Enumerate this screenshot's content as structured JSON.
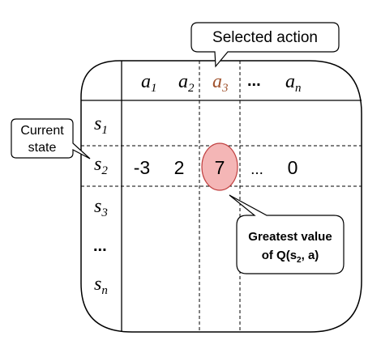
{
  "callouts": {
    "selected_action": "Selected action",
    "current_state_line1": "Current",
    "current_state_line2": "state",
    "greatest_line1": "Greatest value",
    "greatest_line2_prefix": "of Q(s",
    "greatest_line2_sub": "2",
    "greatest_line2_suffix": ", a)"
  },
  "table": {
    "actions": [
      {
        "base": "a",
        "sub": "1"
      },
      {
        "base": "a",
        "sub": "2"
      },
      {
        "base": "a",
        "sub": "3",
        "selected": true
      },
      {
        "text": "..."
      },
      {
        "base": "a",
        "sub": "n"
      }
    ],
    "states": [
      {
        "base": "s",
        "sub": "1"
      },
      {
        "base": "s",
        "sub": "2",
        "current": true
      },
      {
        "base": "s",
        "sub": "3"
      },
      {
        "text": "..."
      },
      {
        "base": "s",
        "sub": "n"
      }
    ],
    "row_values": [
      "-3",
      "2",
      "7",
      "...",
      "0"
    ]
  },
  "colors": {
    "selected_action": "#a0522d",
    "highlight_fill": "#f4b6b6",
    "highlight_stroke": "#c04040"
  }
}
